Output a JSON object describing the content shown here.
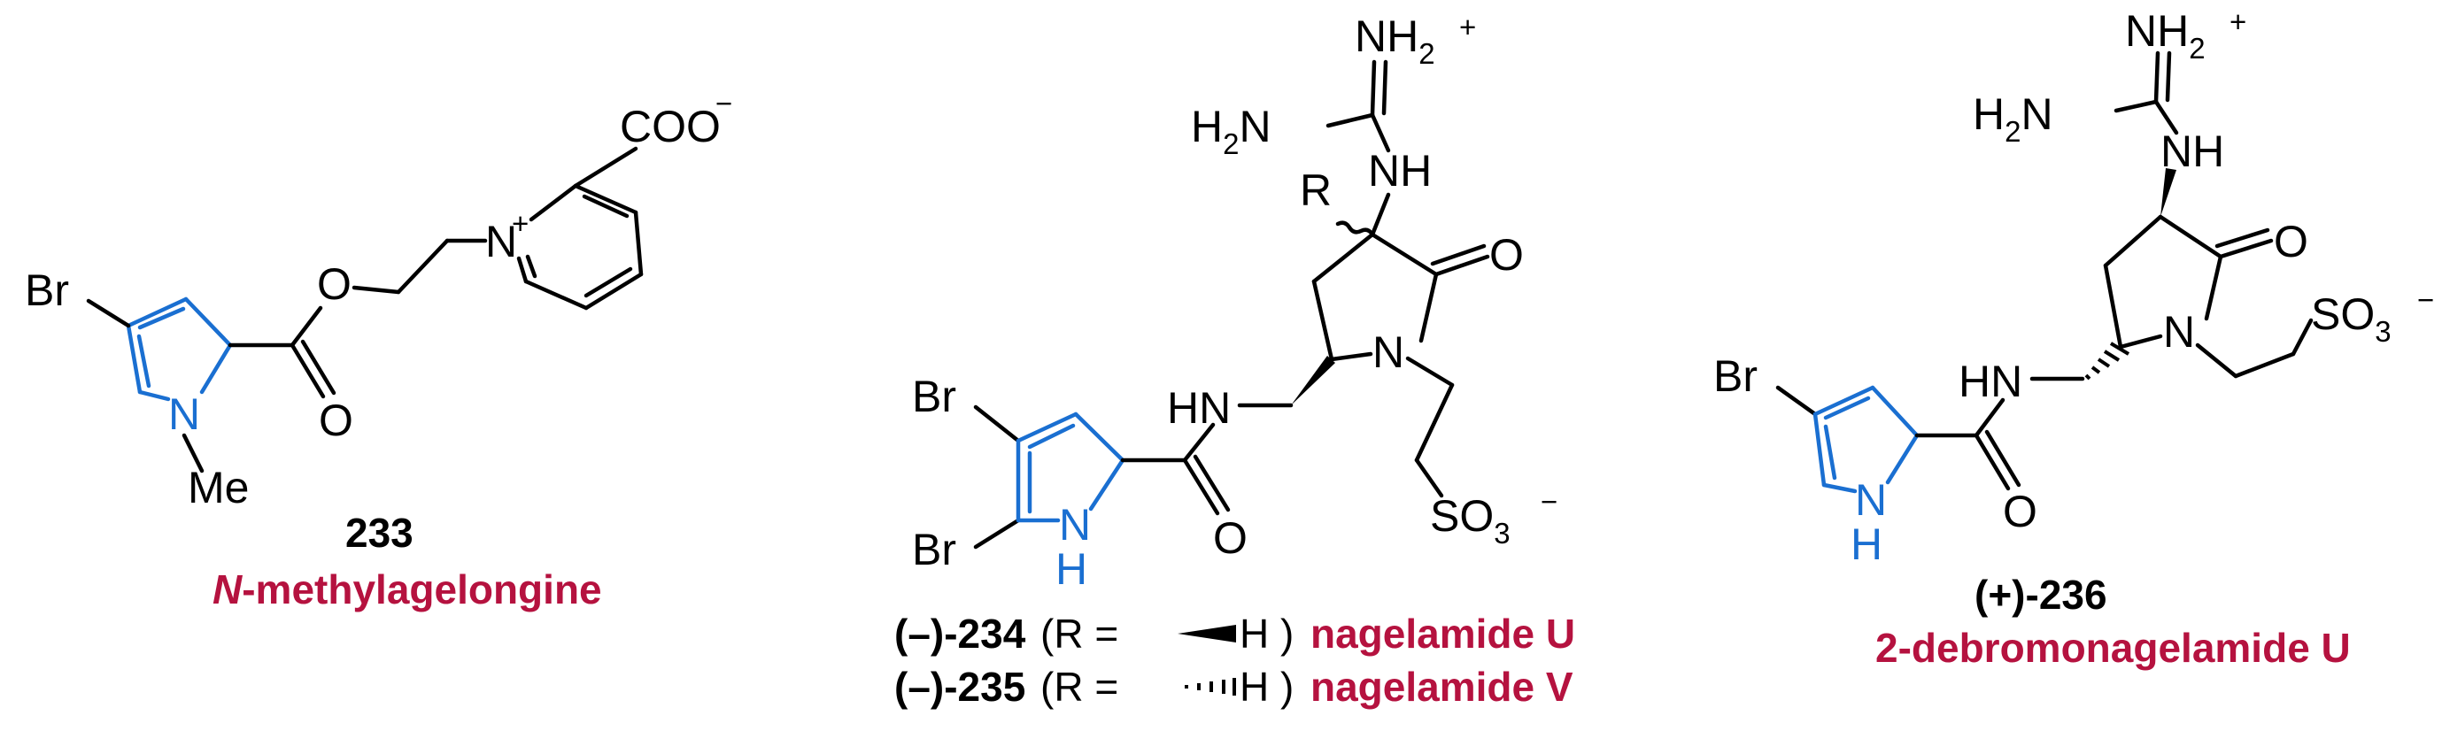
{
  "atoms": {
    "br": "Br",
    "n": "N",
    "me": "Me",
    "o": "O",
    "nh": "NH",
    "hn": "HN",
    "h": "H",
    "r": "R",
    "coo": "COO",
    "so3": "SO",
    "so3_sub": "3",
    "h2n": "H",
    "h2n_sub": "2",
    "h2n_n": "N",
    "nh2": "NH",
    "nh2_sub": "2",
    "plus": "+",
    "minus": "−"
  },
  "compounds": [
    {
      "number": "233",
      "name_italic_prefix": "N",
      "name_rest": "-methylagelongine"
    },
    {
      "number": "(–)-234",
      "r_open": "(R =",
      "r_close": "H  )",
      "name": "nagelamide U"
    },
    {
      "number": "(–)-235",
      "r_open": "(R =",
      "r_close": "H  )",
      "name": "nagelamide V"
    },
    {
      "number": "(+)-236",
      "name": "2-debromonagelamide  U"
    }
  ],
  "colors": {
    "bond": "#000000",
    "pyrrole": "#1a6fd1",
    "name": "#b5123f"
  }
}
